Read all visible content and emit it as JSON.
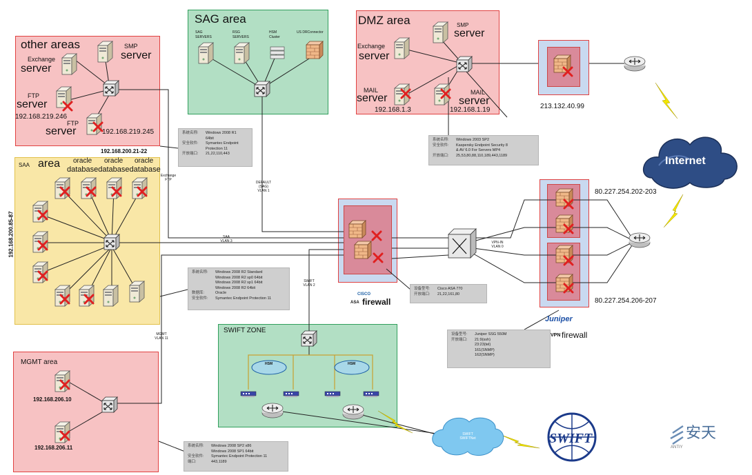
{
  "colors": {
    "zone_red_fill": "#f7c2c3",
    "zone_red_border": "#e04040",
    "zone_green_fill": "#b2dfc4",
    "zone_green_border": "#2f9e5b",
    "zone_yellow_fill": "#f9e7a7",
    "zone_yellow_border": "#e1c04a",
    "fw_box_fill": "#c9d9f0",
    "fw_inner_fill": "#d98a9a",
    "x_mark": "#e02020",
    "cloud": "#4a6fa5",
    "lightning": "#f2e600"
  },
  "zones": {
    "other_areas": {
      "title": "other areas",
      "exchange_small": "Exchange",
      "exchange_big": "server",
      "smp_small": "SMP",
      "smp_big": "server",
      "ftp1_small": "FTP",
      "ftp1_big": "server",
      "ftp1_ip": "192.168.219.246",
      "ftp2_small": "FTP",
      "ftp2_big": "server",
      "ftp2_ip": "192.168.219.245"
    },
    "sag": {
      "title": "SAG area",
      "servers": [
        "SAG SERVERS",
        "RSG SERVERS",
        "HSM Cluster",
        "US DRConnector"
      ]
    },
    "dmz": {
      "title": "DMZ area",
      "smp_small": "SMP",
      "smp_big": "server",
      "exchange_small": "Exchange",
      "exchange_big": "server",
      "mail1_small": "MAIL",
      "mail1_big": "server",
      "mail1_ip": "192.168.1.3",
      "mail2_small": "MAIL",
      "mail2_big": "server",
      "mail2_ip": "192.168.1.19"
    },
    "saa": {
      "title_small": "SAA",
      "title_big": "area",
      "oracle_labels": [
        "oracle",
        "oracle",
        "oracle"
      ],
      "db_label": "databasedatabasedatabase",
      "ip_range_vertical": "192.168.200.85-87",
      "ip_range_top": "192.168.200.21-22"
    },
    "swift_zone": {
      "title": "SWIFT ZONE",
      "hsm_labels": [
        "HSM",
        "HSM"
      ]
    },
    "mgmt": {
      "title": "MGMT area",
      "ip1": "192.168.206.10",
      "ip2": "192.168.206.11"
    }
  },
  "links": {
    "default_vlan": [
      "DEFAULT",
      "(SAG)",
      "VLAN 1"
    ],
    "saa_vlan": [
      "SAA",
      "VLAN 3"
    ],
    "swift_vlan": [
      "SWIFT",
      "VLAN 2"
    ],
    "mgmt_vlan": [
      "MGMT",
      "VLAN 11"
    ],
    "vpn_vlan": [
      "VPN-IN",
      "VLAN 0"
    ],
    "exchange_ftp": [
      "Exchange",
      "FTP"
    ]
  },
  "ips": {
    "router_top": "213.132.40.99",
    "juniper_top": "80.227.254.202-203",
    "juniper_bottom": "80.227.254.206-207"
  },
  "labels": {
    "internet": "Internet",
    "cisco_brand": "CISCO",
    "cisco_firewall_prefix": "ASA",
    "cisco_firewall": "firewall",
    "juniper_brand": "Juniper",
    "juniper_firewall_prefix": "VPN",
    "juniper_firewall": "firewall",
    "swift_cloud": [
      "SWIFT",
      "SWIFTNet"
    ],
    "swift_logo": "SWIFT",
    "antiy_cn": "安天",
    "antiy_en": "ANTIY"
  },
  "notes": {
    "other_areas": [
      [
        "系统名称:",
        "Windows 2008 R1"
      ],
      [
        "",
        "64bit"
      ],
      [
        "安全软件:",
        "Symantec Endpoint"
      ],
      [
        "",
        "Protection 11"
      ],
      [
        "开放端口:",
        "21,22,110,443"
      ]
    ],
    "dmz": [
      [
        "系统名称:",
        "Windows 2003 SP2"
      ],
      [
        "安全软件:",
        "Kaspersky Endpoint Security 8"
      ],
      [
        "",
        "& AV 6.0 For Servers MP4"
      ],
      [
        "开放端口:",
        "25,53,80,88,110,189,443,1189"
      ]
    ],
    "saa": [
      [
        "系统名称:",
        "Windows 2008 R2 Standard"
      ],
      [
        "",
        "Windows 2008 R2 sp0 64bit"
      ],
      [
        "",
        "Windows 2008 R2 sp1 64bit"
      ],
      [
        "",
        "Windows 2008 R2 64bit"
      ],
      [
        "数据库:",
        "Oracle"
      ],
      [
        "安全软件:",
        "Symantec Endpoint Protection 11"
      ]
    ],
    "cisco": [
      [
        "设备型号:",
        "Cisco ASA 770"
      ],
      [
        "开放端口:",
        "21,22,161,80"
      ]
    ],
    "juniper": [
      [
        "设备型号:",
        "Juniper SSG 550M"
      ],
      [
        "开放端口:",
        "21:9(ssh)"
      ],
      [
        "",
        "23:23(tel)"
      ],
      [
        "",
        "161(SNMP)"
      ],
      [
        "",
        "162(SNMP)"
      ]
    ],
    "mgmt": [
      [
        "系统名称:",
        "Windows 2008 SP2 x86"
      ],
      [
        "",
        "Windows 2008 SP1 64bit"
      ],
      [
        "安全软件:",
        "Symantec Endpoint Protection 11"
      ],
      [
        "端口:",
        "443,1189"
      ]
    ]
  }
}
